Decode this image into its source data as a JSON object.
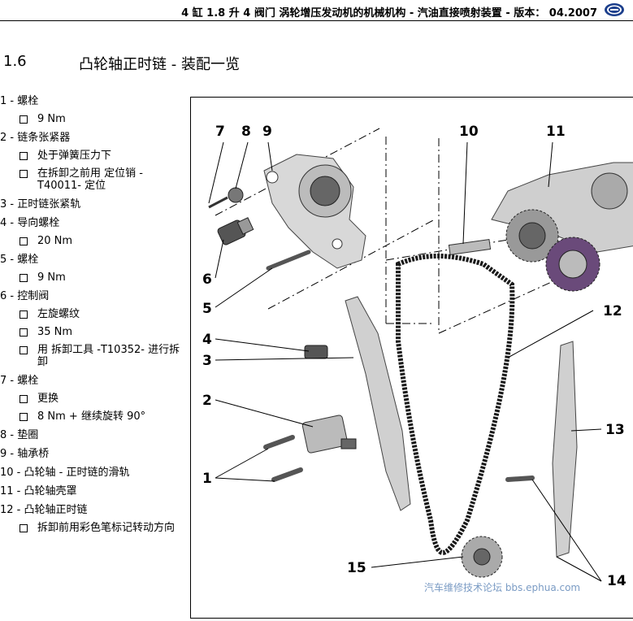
{
  "header": {
    "title": "4 缸 1.8 升 4 阀门 涡轮增压发动机的机械机构 - 汽油直接喷射装置 - 版本： 04.2007"
  },
  "section": {
    "number": "1.6",
    "title": "凸轮轴正时链 - 装配一览"
  },
  "legend": [
    {
      "label": "1 - 螺栓",
      "subs": [
        "9 Nm"
      ]
    },
    {
      "label": "2 - 链条张紧器",
      "subs": [
        "处于弹簧压力下",
        "在拆卸之前用 定位销 - T40011- 定位"
      ]
    },
    {
      "label": "3 - 正时链张紧轨",
      "subs": []
    },
    {
      "label": "4 - 导向螺栓",
      "subs": [
        "20 Nm"
      ]
    },
    {
      "label": "5 - 螺栓",
      "subs": [
        "9 Nm"
      ]
    },
    {
      "label": "6 - 控制阀",
      "subs": [
        "左旋螺纹",
        "35 Nm",
        "用 拆卸工具 -T10352- 进行拆卸"
      ]
    },
    {
      "label": "7 - 螺栓",
      "subs": [
        "更换",
        "8 Nm + 继续旋转 90°"
      ]
    },
    {
      "label": "8 - 垫圈",
      "subs": []
    },
    {
      "label": "9 - 轴承桥",
      "subs": []
    },
    {
      "label": "10 - 凸轮轴 - 正时链的滑轨",
      "subs": []
    },
    {
      "label": "11 - 凸轮轴壳罩",
      "subs": []
    },
    {
      "label": "12 - 凸轮轴正时链",
      "subs": [
        "拆卸前用彩色笔标记转动方向"
      ]
    }
  ],
  "figure": {
    "callouts": [
      "7",
      "8",
      "9",
      "10",
      "11",
      "12",
      "13",
      "6",
      "5",
      "4",
      "3",
      "2",
      "1",
      "15",
      "14"
    ]
  },
  "watermark": {
    "text": "汽车维修技术论坛 bbs.ephua.com"
  }
}
